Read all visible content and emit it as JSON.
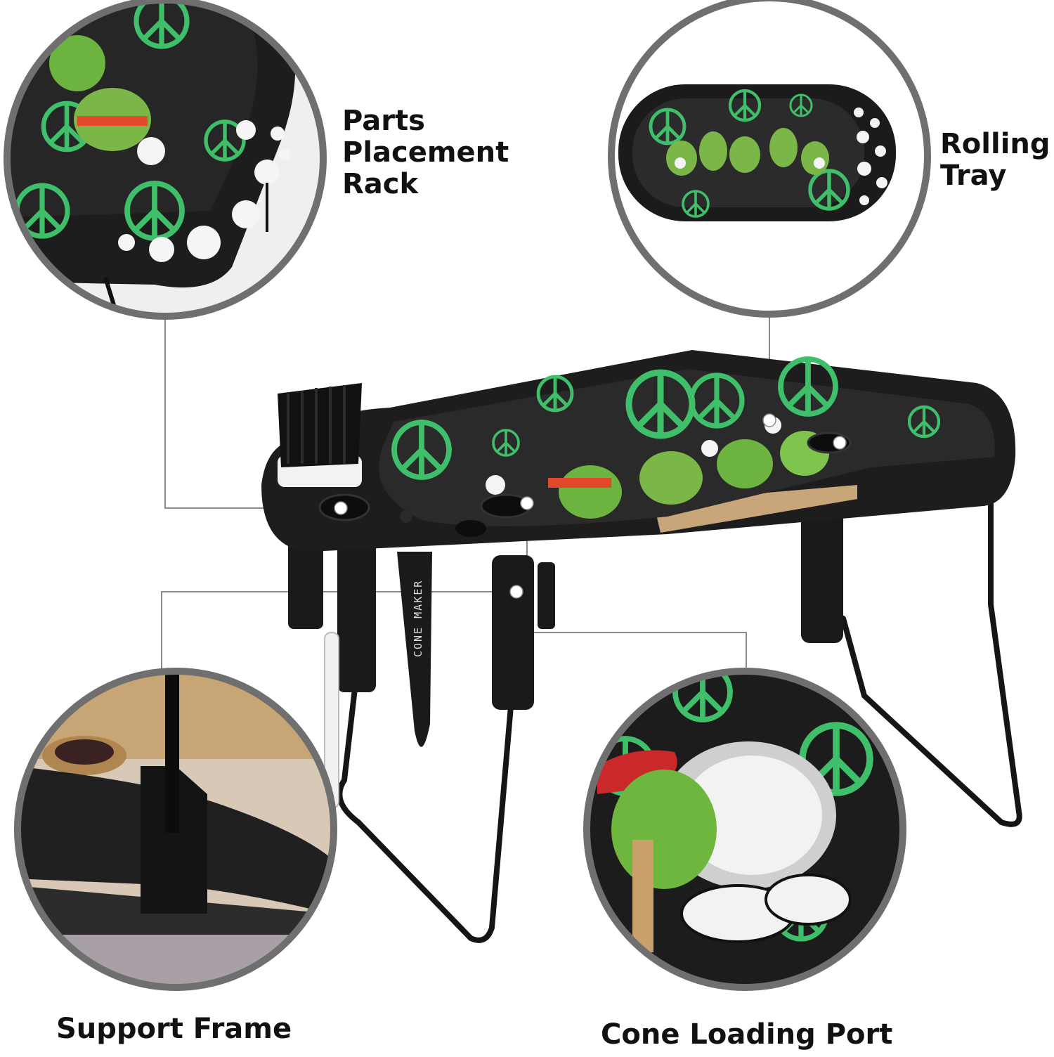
{
  "callouts": {
    "parts_rack": {
      "lines": [
        "Parts",
        "Placement",
        "Rack"
      ]
    },
    "rolling_tray": {
      "lines": [
        "Rolling",
        "Tray"
      ]
    },
    "support_frame": {
      "text": "Support Frame"
    },
    "cone_loading_port": {
      "text": "Cone Loading Port"
    }
  },
  "product": {
    "cone_maker_text": "CONE MAKER"
  },
  "colors": {
    "tray_black": "#1c1c1c",
    "peace_green": "#3fbf6a",
    "callout_ring": "#6f6f6f",
    "callout_line": "#8a8a8a",
    "wood_base": "#c9a57a"
  }
}
